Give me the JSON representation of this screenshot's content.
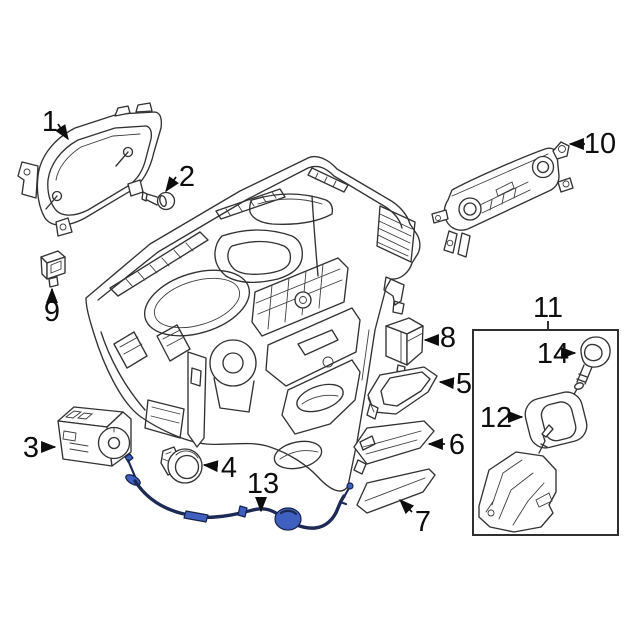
{
  "meta": {
    "image_type": "exploded parts diagram",
    "subject": "Vehicle instrument panel / dashboard components with shift control cable highlighted",
    "background_color": "#ffffff",
    "line_color": "#333333",
    "callout_color": "#0d0d0d",
    "highlight_color": "#4060c0",
    "highlight_outline_color": "#1c2a55",
    "group_box_border_color": "#2f2f2f"
  },
  "callouts": [
    {
      "label": "1",
      "part": "instrument-cluster"
    },
    {
      "label": "2",
      "part": "retaining-screw"
    },
    {
      "label": "3",
      "part": "headlamp-switch"
    },
    {
      "label": "4",
      "part": "grommet"
    },
    {
      "label": "5",
      "part": "upper-display-unit"
    },
    {
      "label": "6",
      "part": "lower-display-unit"
    },
    {
      "label": "7",
      "part": "dash-trim-strip"
    },
    {
      "label": "8",
      "part": "control-module"
    },
    {
      "label": "9",
      "part": "dash-switch-button"
    },
    {
      "label": "10",
      "part": "climate-control-unit"
    },
    {
      "label": "11",
      "part": "shifter-assembly-group"
    },
    {
      "label": "12",
      "part": "shifter-bezel"
    },
    {
      "label": "13",
      "part": "shift-control-cable",
      "highlighted": true
    },
    {
      "label": "14",
      "part": "shift-knob"
    }
  ]
}
